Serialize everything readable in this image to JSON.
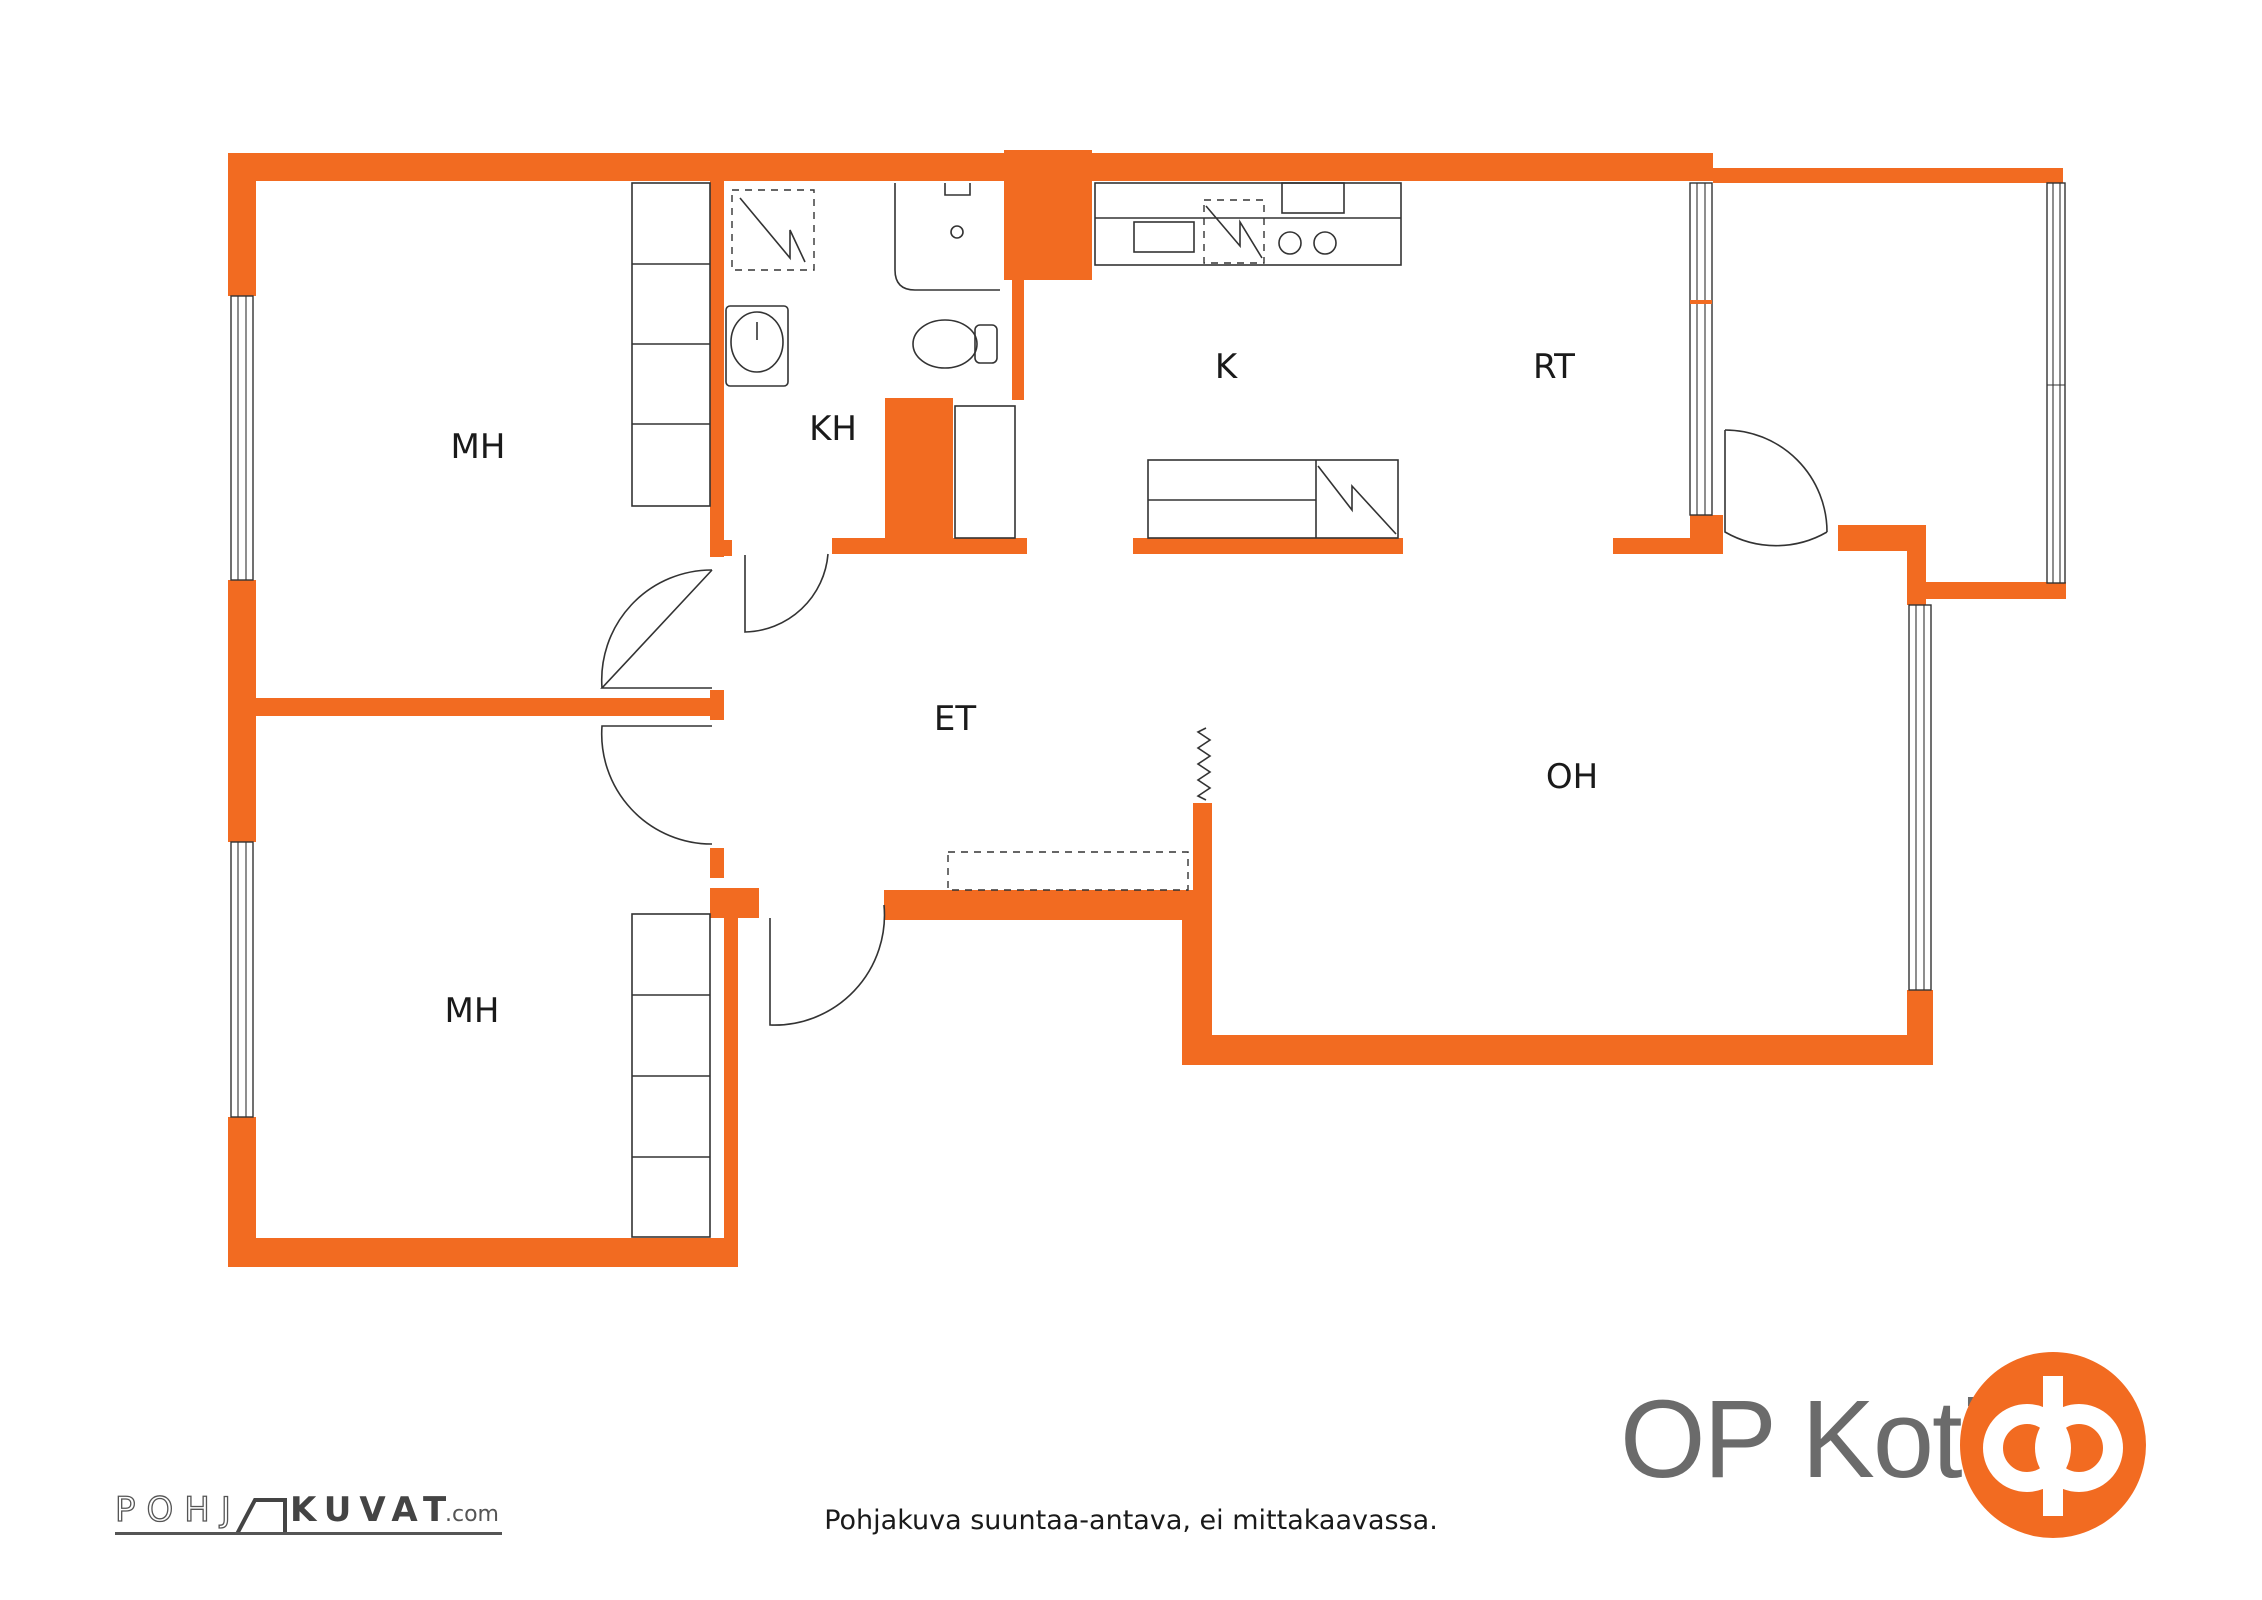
{
  "rooms": [
    {
      "id": "mh1",
      "label": "MH"
    },
    {
      "id": "kh",
      "label": "KH"
    },
    {
      "id": "k",
      "label": "K"
    },
    {
      "id": "rt",
      "label": "RT"
    },
    {
      "id": "et",
      "label": "ET"
    },
    {
      "id": "oh",
      "label": "OH"
    },
    {
      "id": "mh2",
      "label": "MH"
    }
  ],
  "caption": "Pohjakuva suuntaa-antava, ei mittakaavassa.",
  "brand": {
    "name": "OP Koti",
    "color": "#f26b21",
    "text_color": "#6b6b6b"
  },
  "credit": {
    "part1": "POHJ",
    "part2": "KUVAT",
    "part3": ".com"
  },
  "colors": {
    "wall": "#f26b21",
    "line": "#333333",
    "background": "#ffffff"
  }
}
